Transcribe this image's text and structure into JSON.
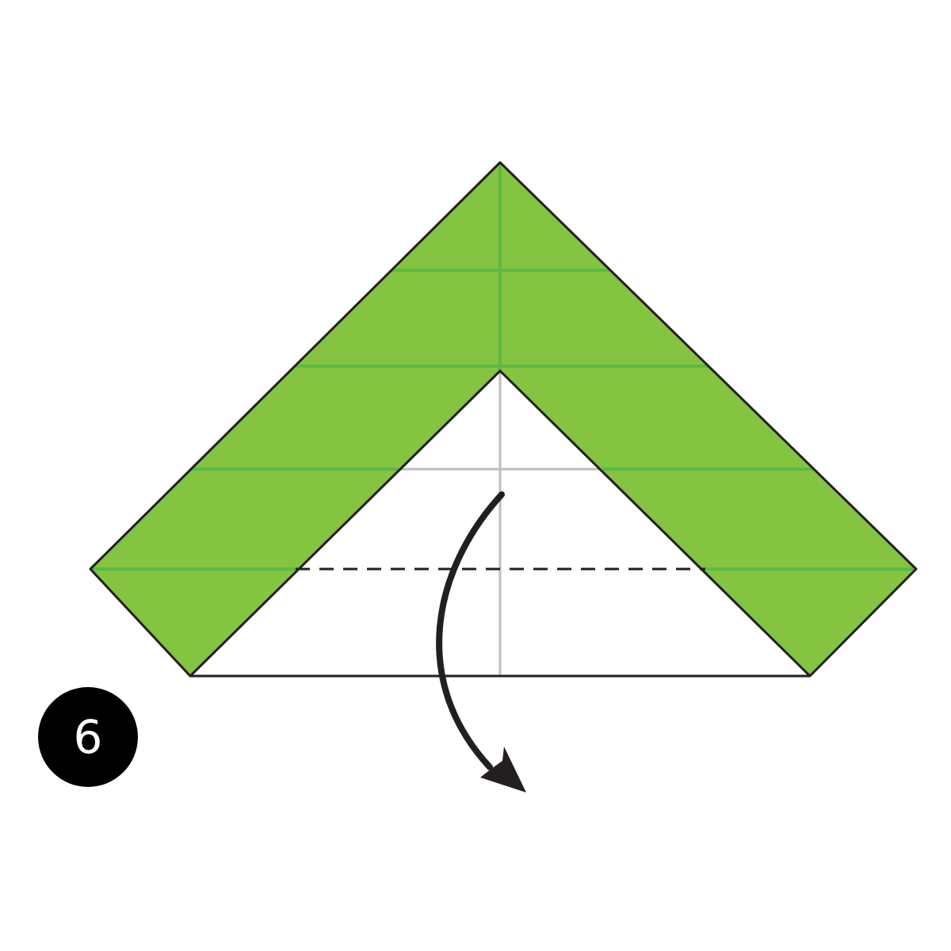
{
  "step": {
    "number": "6"
  },
  "colors": {
    "paper_green": "#84c441",
    "paper_white": "#ffffff",
    "green_crease": "#5cb946",
    "white_crease": "#bdbdbd",
    "outline": "#231f20",
    "badge": "#000000",
    "badge_text": "#ffffff",
    "arrow": "#231f20"
  },
  "fold": {
    "type": "valley-fold",
    "direction": "down",
    "arrow": "curved-arrow-down-icon"
  }
}
